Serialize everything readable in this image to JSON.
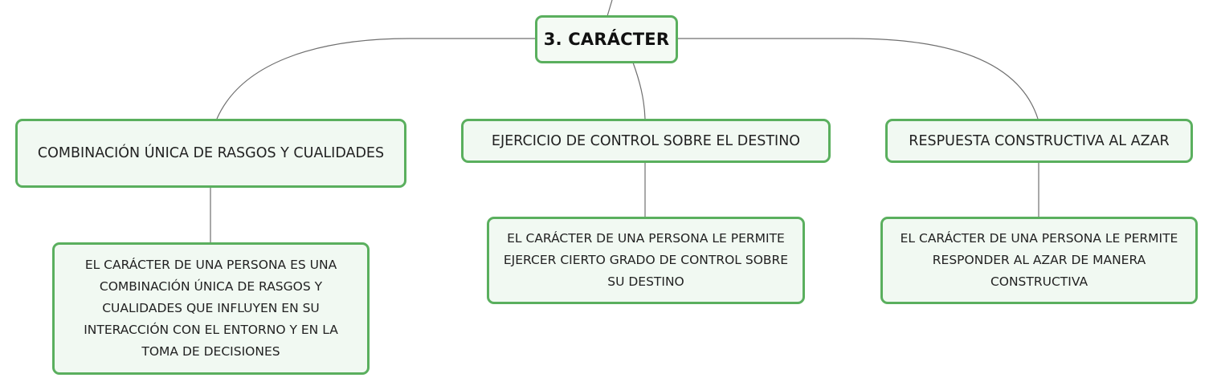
{
  "colors": {
    "node_border": "#5aaf5e",
    "node_fill": "#f1f9f2",
    "connector": "#6f6f6f",
    "text": "#222222"
  },
  "mindmap": {
    "root": {
      "label": "3. CARÁCTER"
    },
    "branches": [
      {
        "label": "COMBINACIÓN ÚNICA DE RASGOS Y CUALIDADES",
        "detail": "EL CARÁCTER DE UNA PERSONA ES UNA COMBINACIÓN ÚNICA DE RASGOS Y CUALIDADES QUE INFLUYEN EN SU INTERACCIÓN CON EL ENTORNO Y EN LA TOMA DE DECISIONES"
      },
      {
        "label": "EJERCICIO DE CONTROL SOBRE EL DESTINO",
        "detail": "EL CARÁCTER DE UNA PERSONA LE PERMITE EJERCER CIERTO GRADO DE CONTROL SOBRE SU DESTINO"
      },
      {
        "label": "RESPUESTA CONSTRUCTIVA AL AZAR",
        "detail": "EL CARÁCTER DE UNA PERSONA LE PERMITE RESPONDER AL AZAR DE MANERA CONSTRUCTIVA"
      }
    ]
  }
}
